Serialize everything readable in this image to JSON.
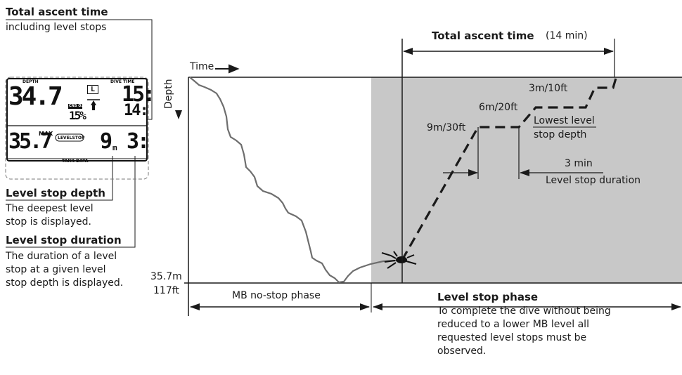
{
  "left_notes": {
    "total_ascent": {
      "title": "Total ascent time",
      "text": "including level stops"
    },
    "level_stop_depth": {
      "title": "Level stop depth",
      "line1": "The deepest level",
      "line2": "stop is displayed."
    },
    "level_stop_duration": {
      "title": "Level stop duration",
      "line1": "The duration of a level",
      "line2": "stop at a given level",
      "line3": "stop depth is displayed."
    }
  },
  "lcd": {
    "depth_label": "DEPTH",
    "dive_time_label": "DIVE TIME",
    "depth": "34.7",
    "mode": "L",
    "dive_time": "15:",
    "cns_label": "CNS O2%",
    "cns_value": "15%",
    "ascent_time": "14:",
    "max_depth": "35.7",
    "max_label": "MAX",
    "level_stop_label": "LEVELSTOP",
    "stop_depth": "9",
    "stop_depth_unit": "m",
    "stop_time": "3:",
    "tank_label": "TANK DATA"
  },
  "chart": {
    "time_label": "Time",
    "depth_label": "Depth",
    "max_depth_m": "35.7m",
    "max_depth_ft": "117ft",
    "total_ascent_label": "Total ascent time",
    "total_ascent_value": "(14 min)",
    "stop_9m": "9m/30ft",
    "stop_6m": "6m/20ft",
    "stop_3m": "3m/10ft",
    "lowest_level_line1": "Lowest level",
    "lowest_level_line2": "stop depth",
    "duration_value": "3 min",
    "duration_label": "Level stop duration",
    "no_stop_phase": "MB no-stop phase",
    "level_stop_phase": "Level stop phase",
    "phase_desc_line1": "To complete the dive without being",
    "phase_desc_line2": "reduced to a lower MB level all",
    "phase_desc_line3": "requested level stops must be",
    "phase_desc_line4": "observed."
  },
  "colors": {
    "shade": "#c8c8c8",
    "ink": "#1a1a1a",
    "profile": "#6e6e6e"
  }
}
